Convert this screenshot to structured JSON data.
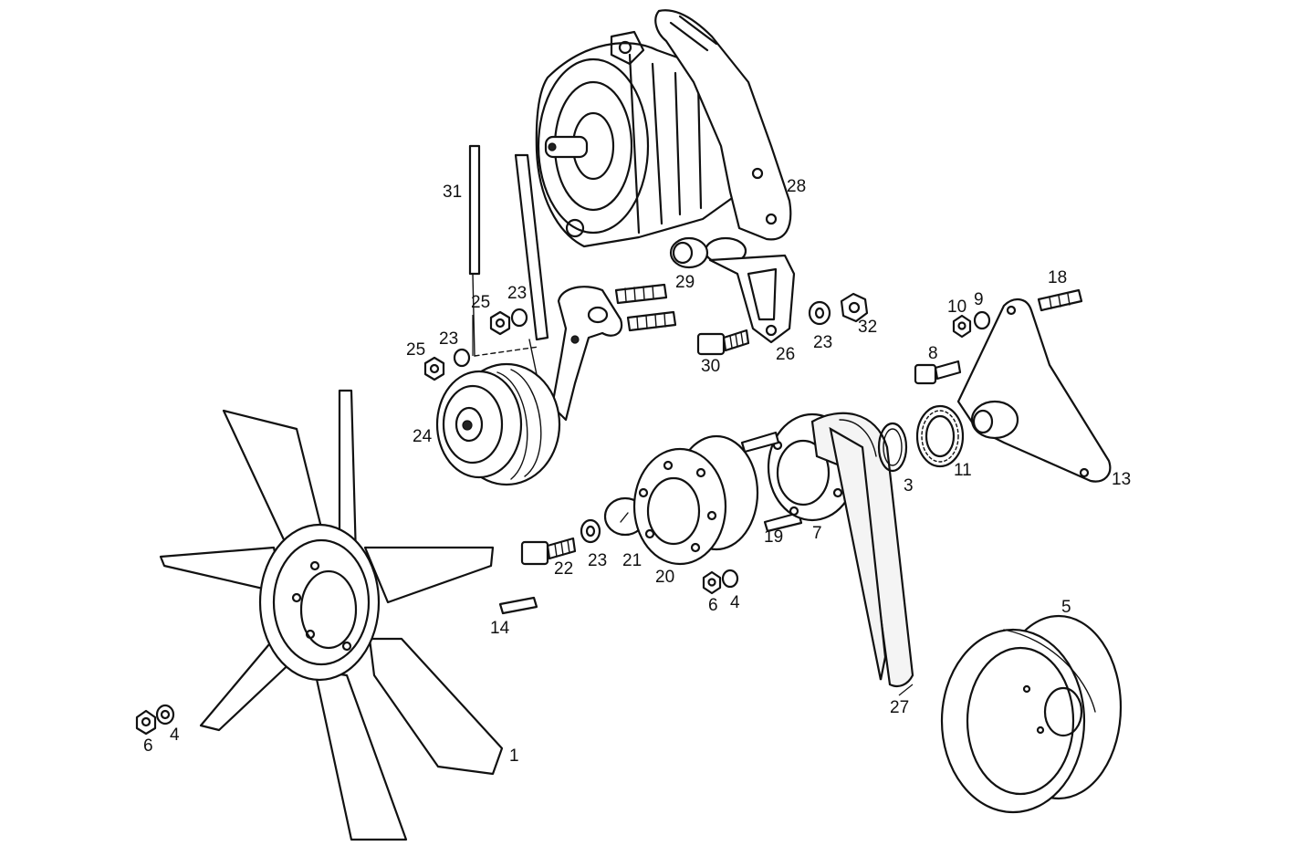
{
  "callouts": [
    {
      "id": "c1",
      "label": "1"
    },
    {
      "id": "c3",
      "label": "3"
    },
    {
      "id": "c4a",
      "label": "4"
    },
    {
      "id": "c4b",
      "label": "4"
    },
    {
      "id": "c5",
      "label": "5"
    },
    {
      "id": "c6a",
      "label": "6"
    },
    {
      "id": "c6b",
      "label": "6"
    },
    {
      "id": "c7",
      "label": "7"
    },
    {
      "id": "c8",
      "label": "8"
    },
    {
      "id": "c9",
      "label": "9"
    },
    {
      "id": "c10",
      "label": "10"
    },
    {
      "id": "c11",
      "label": "11"
    },
    {
      "id": "c13",
      "label": "13"
    },
    {
      "id": "c14",
      "label": "14"
    },
    {
      "id": "c18",
      "label": "18"
    },
    {
      "id": "c19",
      "label": "19"
    },
    {
      "id": "c20",
      "label": "20"
    },
    {
      "id": "c21",
      "label": "21"
    },
    {
      "id": "c22",
      "label": "22"
    },
    {
      "id": "c23a",
      "label": "23"
    },
    {
      "id": "c23b",
      "label": "23"
    },
    {
      "id": "c23c",
      "label": "23"
    },
    {
      "id": "c23d",
      "label": "23"
    },
    {
      "id": "c24",
      "label": "24"
    },
    {
      "id": "c25a",
      "label": "25"
    },
    {
      "id": "c25b",
      "label": "25"
    },
    {
      "id": "c26",
      "label": "26"
    },
    {
      "id": "c27",
      "label": "27"
    },
    {
      "id": "c28",
      "label": "28"
    },
    {
      "id": "c29",
      "label": "29"
    },
    {
      "id": "c30",
      "label": "30"
    },
    {
      "id": "c31",
      "label": "31"
    },
    {
      "id": "c32",
      "label": "32"
    }
  ]
}
